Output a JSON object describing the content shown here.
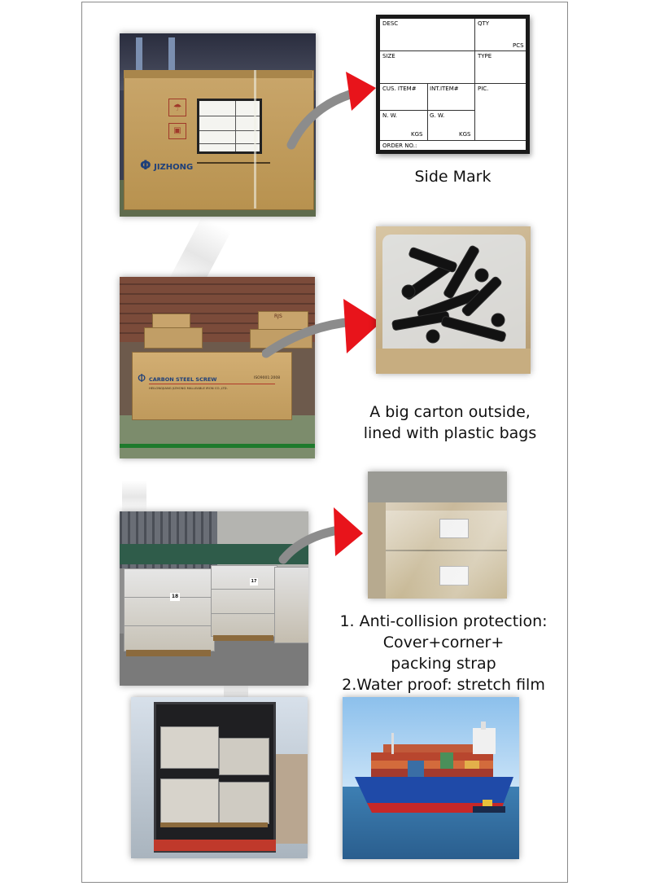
{
  "side_mark_label": {
    "desc": "DESC",
    "qty": "QTY",
    "pcs": "PCS",
    "size": "SIZE",
    "type": "TYPE",
    "cus_item": "CUS. ITEM#",
    "int_item": "INT.ITEM#",
    "pic": "PIC.",
    "nw": "N. W.",
    "gw": "G. W.",
    "kgs_1": "KGS",
    "kgs_2": "KGS",
    "order_no": "ORDER  NO.:"
  },
  "captions": {
    "side_mark": "Side Mark",
    "carton_line1": "A big carton outside,",
    "carton_line2": "lined with plastic bags",
    "protection_line1": "1. Anti-collision protection:",
    "protection_line2": "Cover+corner+",
    "protection_line3": "packing strap",
    "protection_line4": "2.Water proof: stretch film"
  },
  "box_print": {
    "brand": "JIZHONG",
    "carton_title": "CARBON STEEL SCREW",
    "carton_cert": "ISO9001:2008",
    "carton_maker": "HEILONGJIANG JIZHONG MALLEABLE IRON CO.,LTD.",
    "stack_label": "RJS",
    "pallet_18": "18",
    "pallet_17": "17"
  },
  "colors": {
    "arrow_red": "#e8141b",
    "arrow_grey": "#8c8c8c",
    "cardboard": "#c9a66b",
    "floor_green": "#2e7d32",
    "ship_hull_red": "#c62828",
    "ship_hull_blue": "#1f4aa8",
    "sea": "#2f6fa5"
  }
}
